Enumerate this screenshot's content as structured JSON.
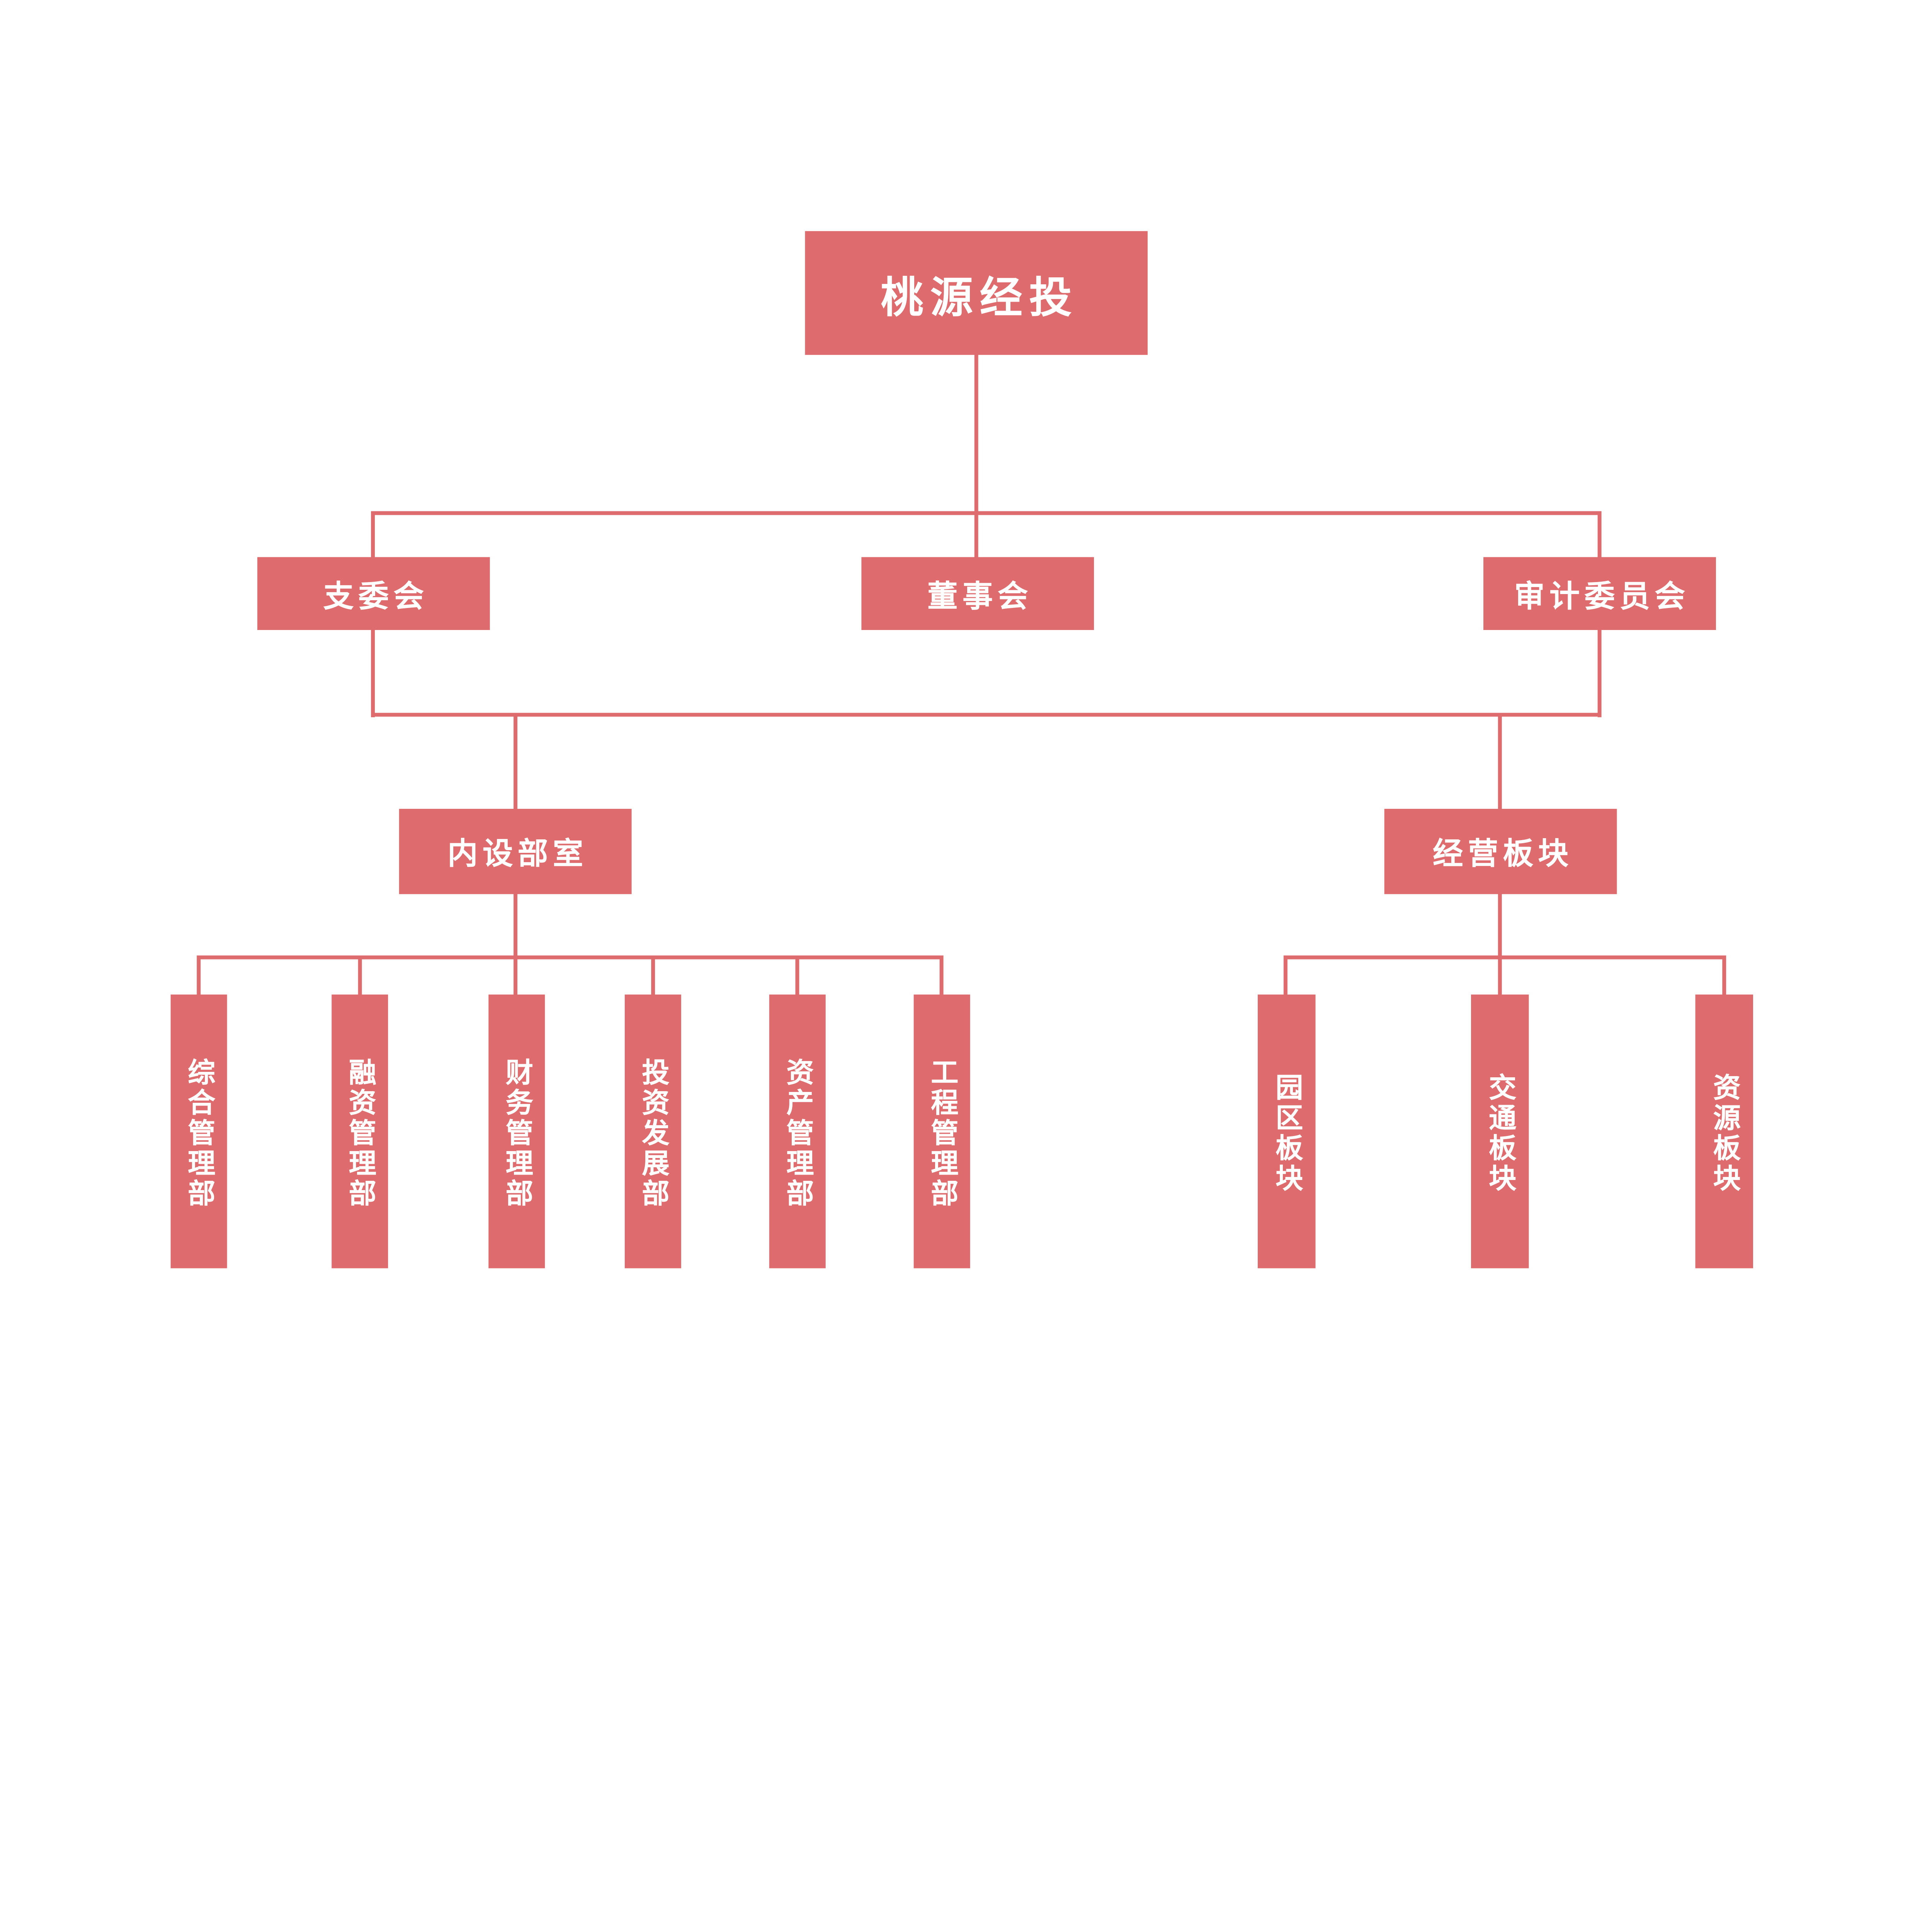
{
  "theme": {
    "node_fill": "#de6c6e",
    "node_text": "#ffffff",
    "line_color": "#de6c6e",
    "background": "#ffffff"
  },
  "org": {
    "root": {
      "label": "桃源经投"
    },
    "committees": [
      {
        "label": "支委会"
      },
      {
        "label": "董事会"
      },
      {
        "label": "审计委员会"
      }
    ],
    "groups": [
      {
        "label": "内设部室"
      },
      {
        "label": "经营板块"
      }
    ],
    "departments": [
      {
        "label": "综合管理部"
      },
      {
        "label": "融资管理部"
      },
      {
        "label": "财务管理部"
      },
      {
        "label": "投资发展部"
      },
      {
        "label": "资产管理部"
      },
      {
        "label": "工程管理部"
      }
    ],
    "sectors": [
      {
        "label": "园区板块"
      },
      {
        "label": "交通板块"
      },
      {
        "label": "资源板块"
      }
    ]
  }
}
